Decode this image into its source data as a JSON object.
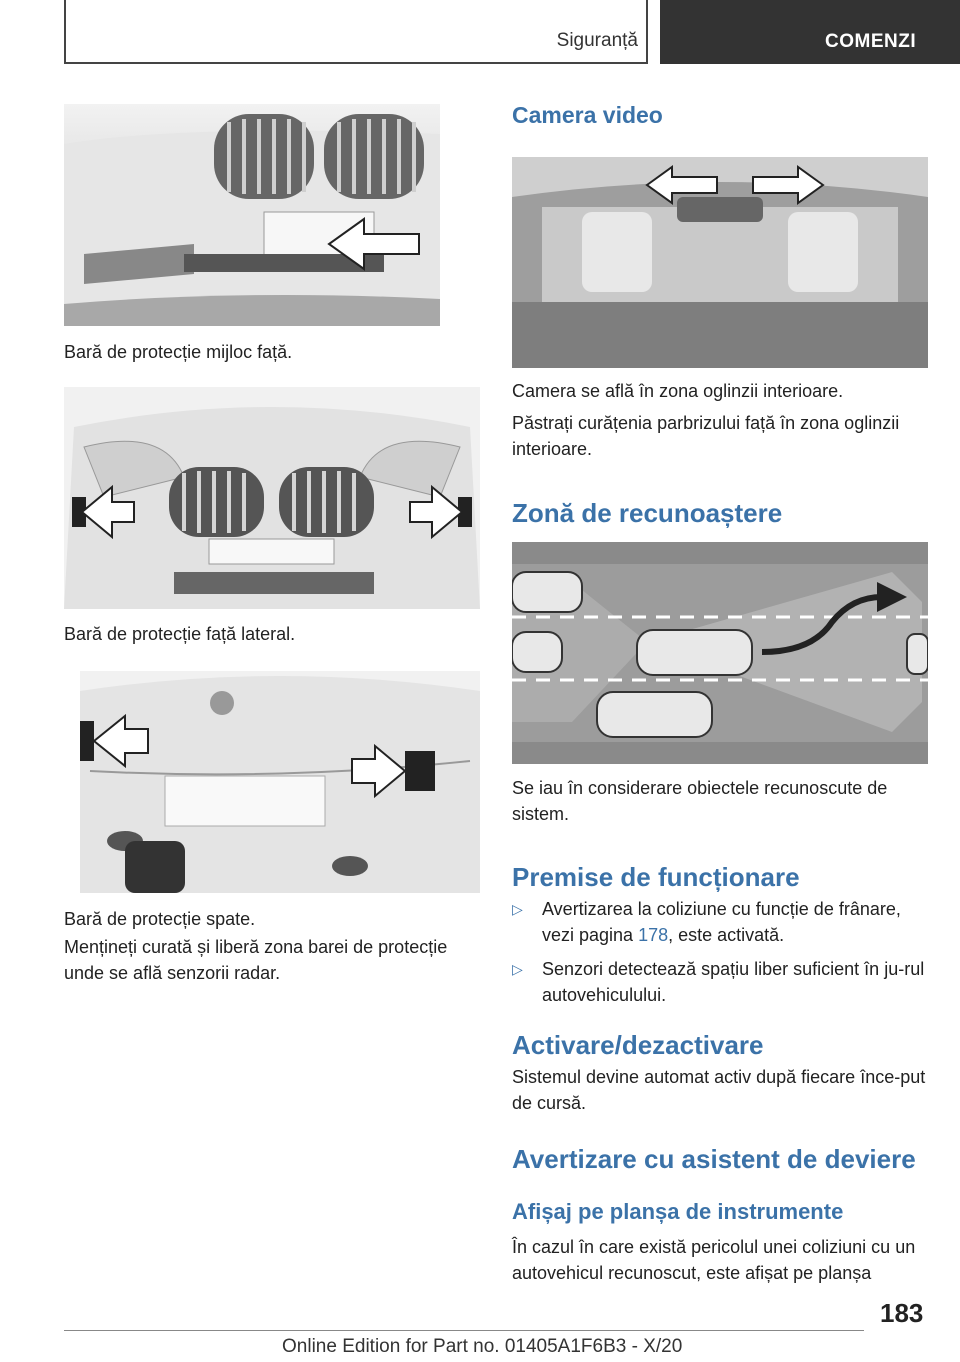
{
  "header": {
    "section": "Siguranță",
    "tab": "COMENZI"
  },
  "left": {
    "caption1": "Bară de protecție mijloc față.",
    "caption2": "Bară de protecție față lateral.",
    "caption3": "Bară de protecție spate.",
    "body1": "Mențineți curată și liberă zona barei de protecție unde se află senzorii radar."
  },
  "right": {
    "h_camera": "Camera video",
    "camera_p1": "Camera se află în zona oglinzii interioare.",
    "camera_p2": "Păstrați curățenia parbrizului față în zona oglinzii interioare.",
    "h_zone": "Zonă de recunoaștere",
    "zone_p": "Se iau în considerare obiectele recunoscute de sistem.",
    "h_premise": "Premise de funcționare",
    "bullet1_pre": "Avertizarea la coliziune cu funcție de frânare, vezi pagina ",
    "bullet1_link": "178",
    "bullet1_post": ", este activată.",
    "bullet2": "Senzori detectează spațiu liber suficient în ju-rul autovehiculului.",
    "h_activ": "Activare/dezactivare",
    "activ_p": "Sistemul devine automat activ după fiecare înce-put de cursă.",
    "h_avert": "Avertizare cu asistent de deviere",
    "h_afisaj": "Afișaj pe planșa de instrumente",
    "afisaj_p": "În cazul în care există pericolul unei coliziuni cu un autovehicul recunoscut, este afișat pe planșa"
  },
  "footer": {
    "page": "183",
    "edition": "Online Edition for Part no. 01405A1F6B3 - X/20"
  }
}
